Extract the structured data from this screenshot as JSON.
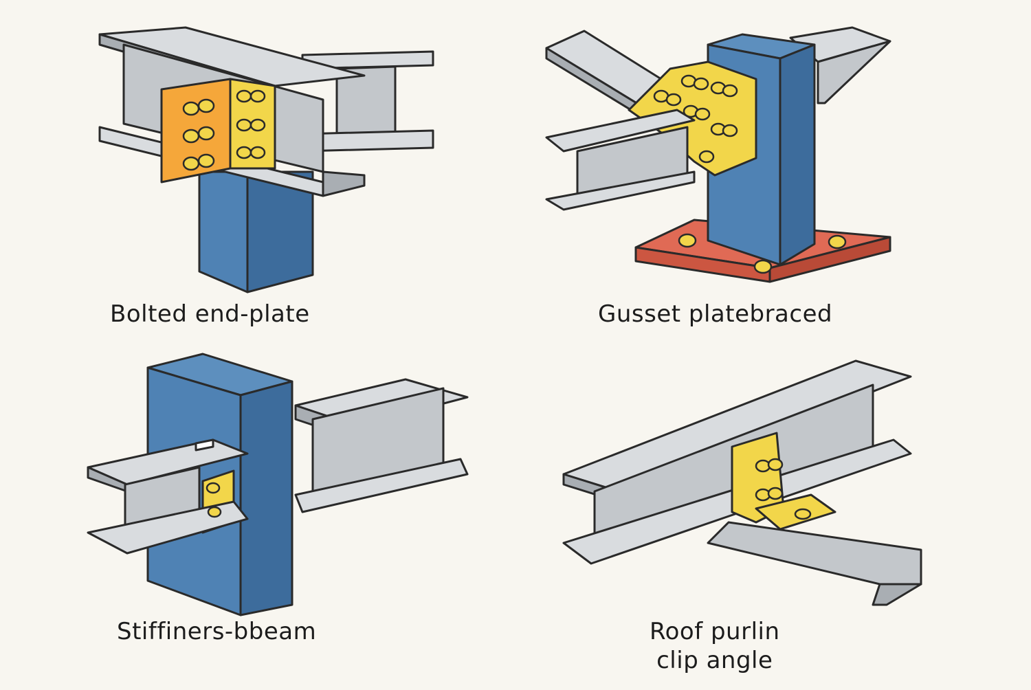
{
  "colors": {
    "background": "#f8f6f0",
    "steel_light": "#d9dcdf",
    "steel_mid": "#c3c7cb",
    "steel_dark": "#a9aeb3",
    "column_blue": "#4f82b4",
    "column_blue_dark": "#3d6c9c",
    "plate_orange": "#f5a73a",
    "plate_yellow": "#f2d64a",
    "base_plate_red": "#e06a55",
    "outline": "#2a2a2a"
  },
  "panels": [
    {
      "id": "bolted-end-plate",
      "caption": "Bolted end-plate"
    },
    {
      "id": "gusset-plate-braced",
      "caption": "Gusset platebraced"
    },
    {
      "id": "stiffeners-beam",
      "caption": "Stiffiners-bbeam"
    },
    {
      "id": "roof-purlin-clip-angle",
      "caption_line1": "Roof purlin",
      "caption_line2": "clip angle"
    }
  ]
}
